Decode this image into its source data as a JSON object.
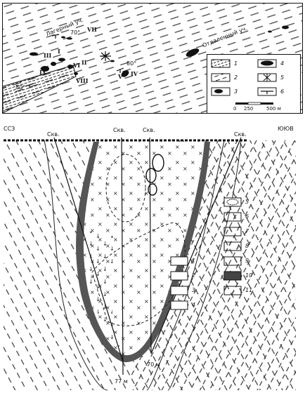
{
  "top_map": {
    "area_labels": [
      "Лагерный уч.",
      "Отдаленный уч."
    ],
    "orebody_numbers": [
      "I",
      "II",
      "III",
      "IV",
      "V",
      "VI",
      "VII",
      "VIII",
      "IX"
    ],
    "dip_angles": [
      "70°",
      "80°",
      "80°"
    ],
    "legend_numbers": [
      "1",
      "2",
      "3",
      "4",
      "5",
      "6"
    ],
    "scale_ticks": [
      "0",
      "250",
      "500 м"
    ]
  },
  "section": {
    "orientation_left": "ССЗ",
    "orientation_right": "ЮЮВ",
    "borehole_labels": [
      "Скв.",
      "Скв.",
      "Скв.",
      "Скв."
    ],
    "depth_labels": [
      "77 м",
      "70 м"
    ],
    "legend_numbers": [
      "1",
      "2",
      "3",
      "4",
      "5",
      "6",
      "7",
      "8",
      "9",
      "10",
      "11"
    ]
  }
}
